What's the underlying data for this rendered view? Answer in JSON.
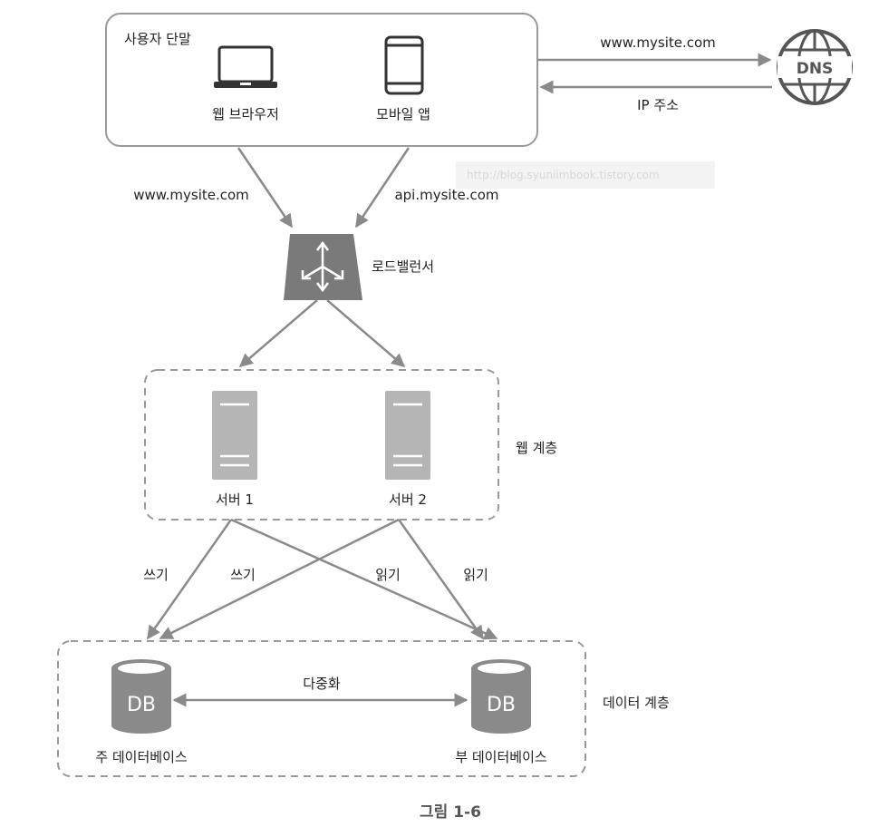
{
  "diagram": {
    "client_group_title": "사용자 단말",
    "web_browser_label": "웹 브라우저",
    "mobile_app_label": "모바일 앱",
    "dns_label": "DNS",
    "dns_request_label": "www.mysite.com",
    "dns_response_label": "IP 주소",
    "watermark_text": "http://blog.syuniimbook.tistory.com",
    "browser_to_lb_label": "www.mysite.com",
    "app_to_lb_label": "api.mysite.com",
    "load_balancer_label": "로드밸런서",
    "web_tier_label": "웹 계층",
    "server1_label": "서버 1",
    "server2_label": "서버 2",
    "write_label_1": "쓰기",
    "write_label_2": "쓰기",
    "read_label_1": "읽기",
    "read_label_2": "읽기",
    "replication_label": "다중화",
    "db_icon_text": "DB",
    "master_db_label": "주 데이터베이스",
    "slave_db_label": "부 데이터베이스",
    "data_tier_label": "데이터 계층",
    "figure_caption": "그림 1-6"
  },
  "colors": {
    "arrow": "#8a8a8a",
    "box_border": "#999999",
    "icon_dark": "#333333",
    "server_fill": "#b5b5b5",
    "db_fill": "#8a8a8a",
    "lb_fill": "#7a7a7a"
  }
}
